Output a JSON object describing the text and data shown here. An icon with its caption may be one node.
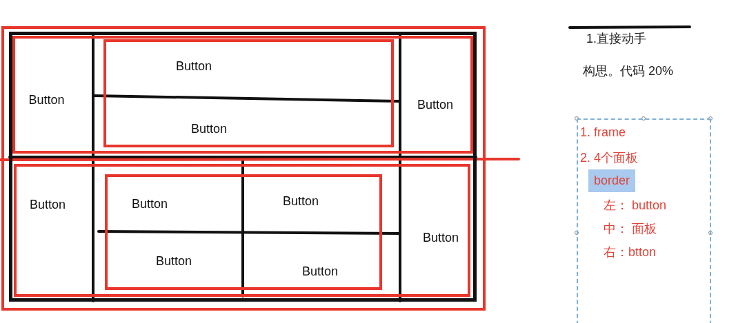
{
  "diagram": {
    "nodes": [
      {
        "text": [],
        "shape": "box"
      },
      {
        "text": [],
        "shape": "box",
        "in": 0
      },
      {
        "text": [],
        "shape": "box",
        "in": 1
      },
      {
        "text": [
          "Button"
        ],
        "in": 2
      },
      {
        "text": [],
        "shape": "box",
        "in": 2
      },
      {
        "text": [
          "Button"
        ],
        "in": 4
      },
      {
        "text": [
          "Button"
        ],
        "in": 4
      },
      {
        "text": [
          "Button"
        ],
        "in": 2
      },
      {
        "text": [],
        "shape": "box",
        "in": 1
      },
      {
        "text": [
          "Button"
        ],
        "in": 8
      },
      {
        "text": [],
        "shape": "box",
        "in": 8
      },
      {
        "text": [
          "Button"
        ],
        "in": 10
      },
      {
        "text": [
          "Button"
        ],
        "in": 10
      },
      {
        "text": [
          "Button"
        ],
        "in": 10
      },
      {
        "text": [
          "Button"
        ],
        "in": 10
      },
      {
        "text": [
          "Button"
        ],
        "in": 8
      },
      {
        "text": [
          "1. frame",
          "2. 4个面板",
          "border",
          "左： button",
          "中： 面板",
          "右：btton"
        ]
      }
    ],
    "edges": [],
    "labels": [
      "1.直接动手",
      "构思。代码 20%"
    ]
  }
}
